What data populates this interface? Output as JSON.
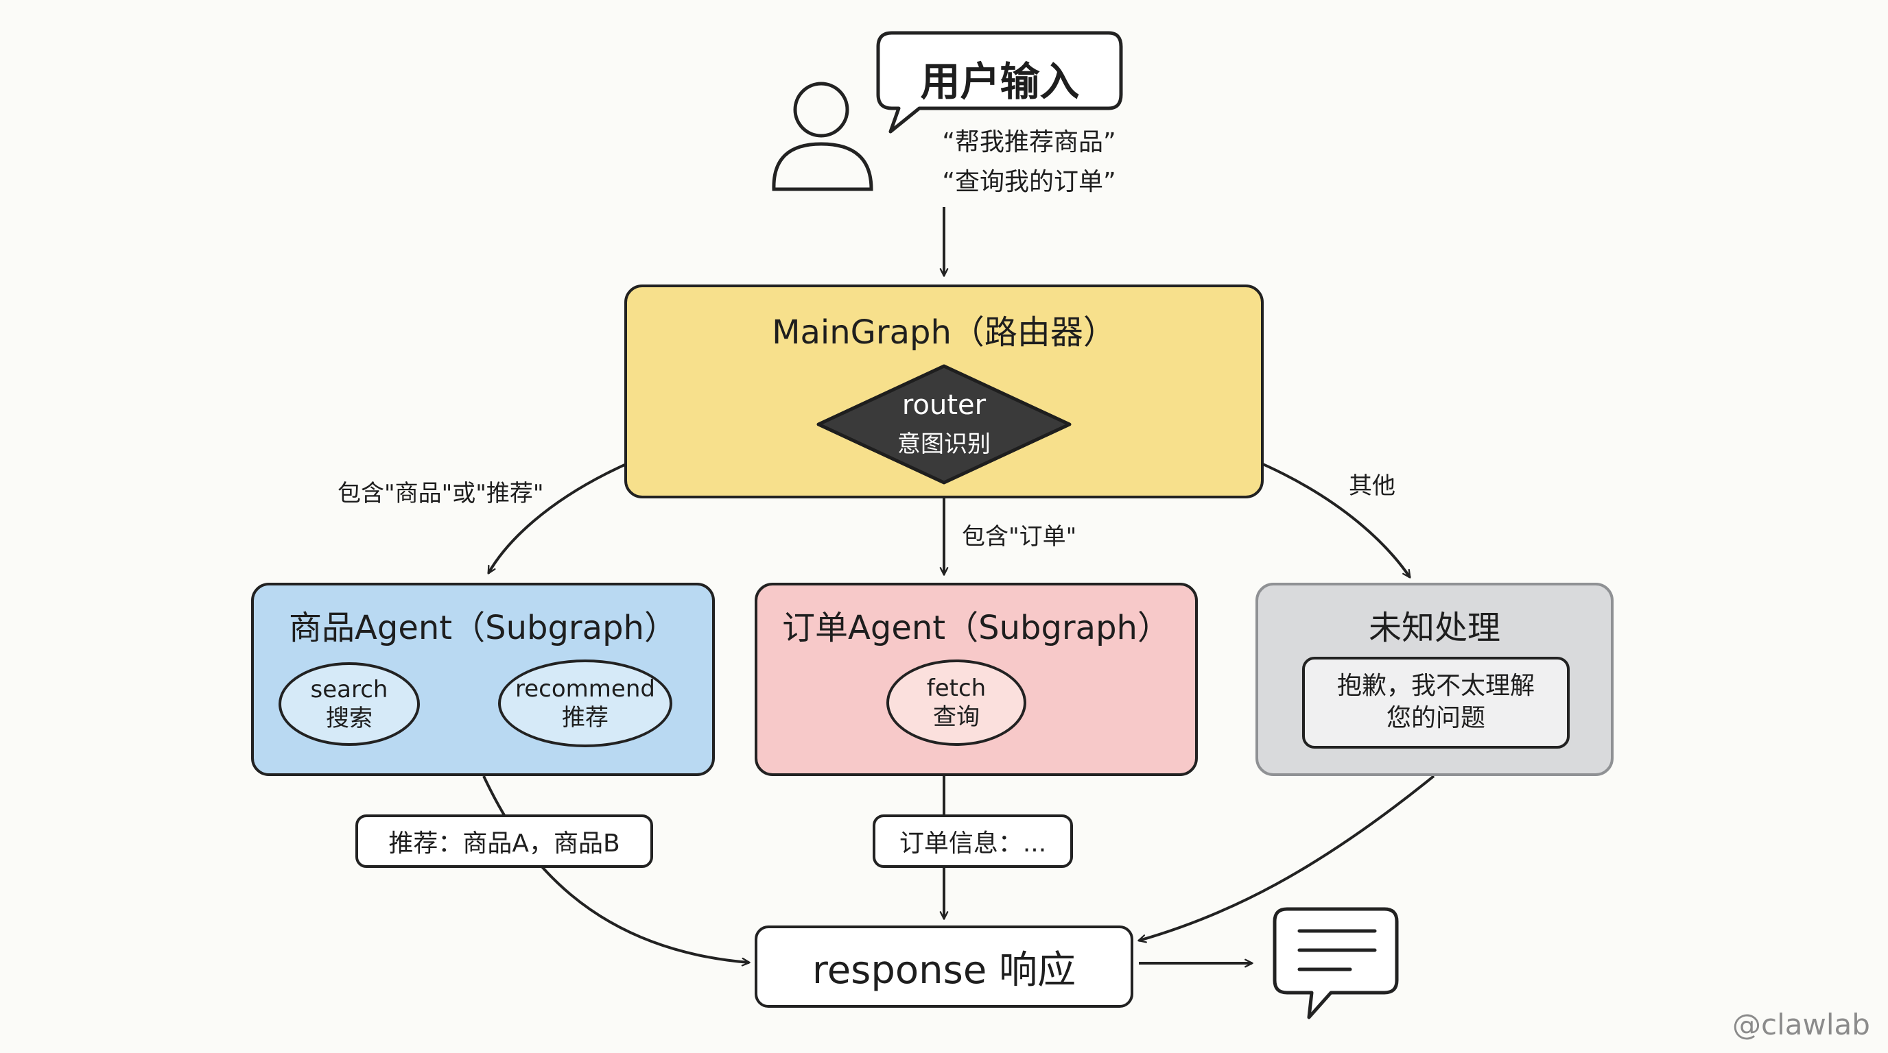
{
  "user_input": {
    "title": "用户输入",
    "example_1": "“帮我推荐商品”",
    "example_2": "“查询我的订单”"
  },
  "main_graph": {
    "title": "MainGraph（路由器）",
    "router_name": "router",
    "router_desc": "意图识别"
  },
  "edges": {
    "goods_condition": "包含\"商品\"或\"推荐\"",
    "order_condition": "包含\"订单\"",
    "other_condition": "其他"
  },
  "goods_agent": {
    "title": "商品Agent（Subgraph）",
    "search_name": "search",
    "search_desc": "搜索",
    "recommend_name": "recommend",
    "recommend_desc": "推荐",
    "output": "推荐：商品A，商品B"
  },
  "order_agent": {
    "title": "订单Agent（Subgraph）",
    "fetch_name": "fetch",
    "fetch_desc": "查询",
    "output": "订单信息：..."
  },
  "unknown": {
    "title": "未知处理",
    "reply_line_1": "抱歉，我不太理解",
    "reply_line_2": "您的问题"
  },
  "response": {
    "label": "response 响应"
  },
  "watermark": "@clawlab",
  "colors": {
    "main_fill": "#f7e08c",
    "router_fill": "#3a3a3a",
    "goods_fill": "#b9d9f2",
    "goods_node_fill": "#d6eaf8",
    "order_fill": "#f7c9c9",
    "order_node_fill": "#fbe0dd",
    "unknown_fill": "#d9dadc",
    "unknown_inner_fill": "#f0f0f1"
  },
  "icons": [
    "user-icon",
    "speech-bubble-icon",
    "chat-message-icon"
  ]
}
